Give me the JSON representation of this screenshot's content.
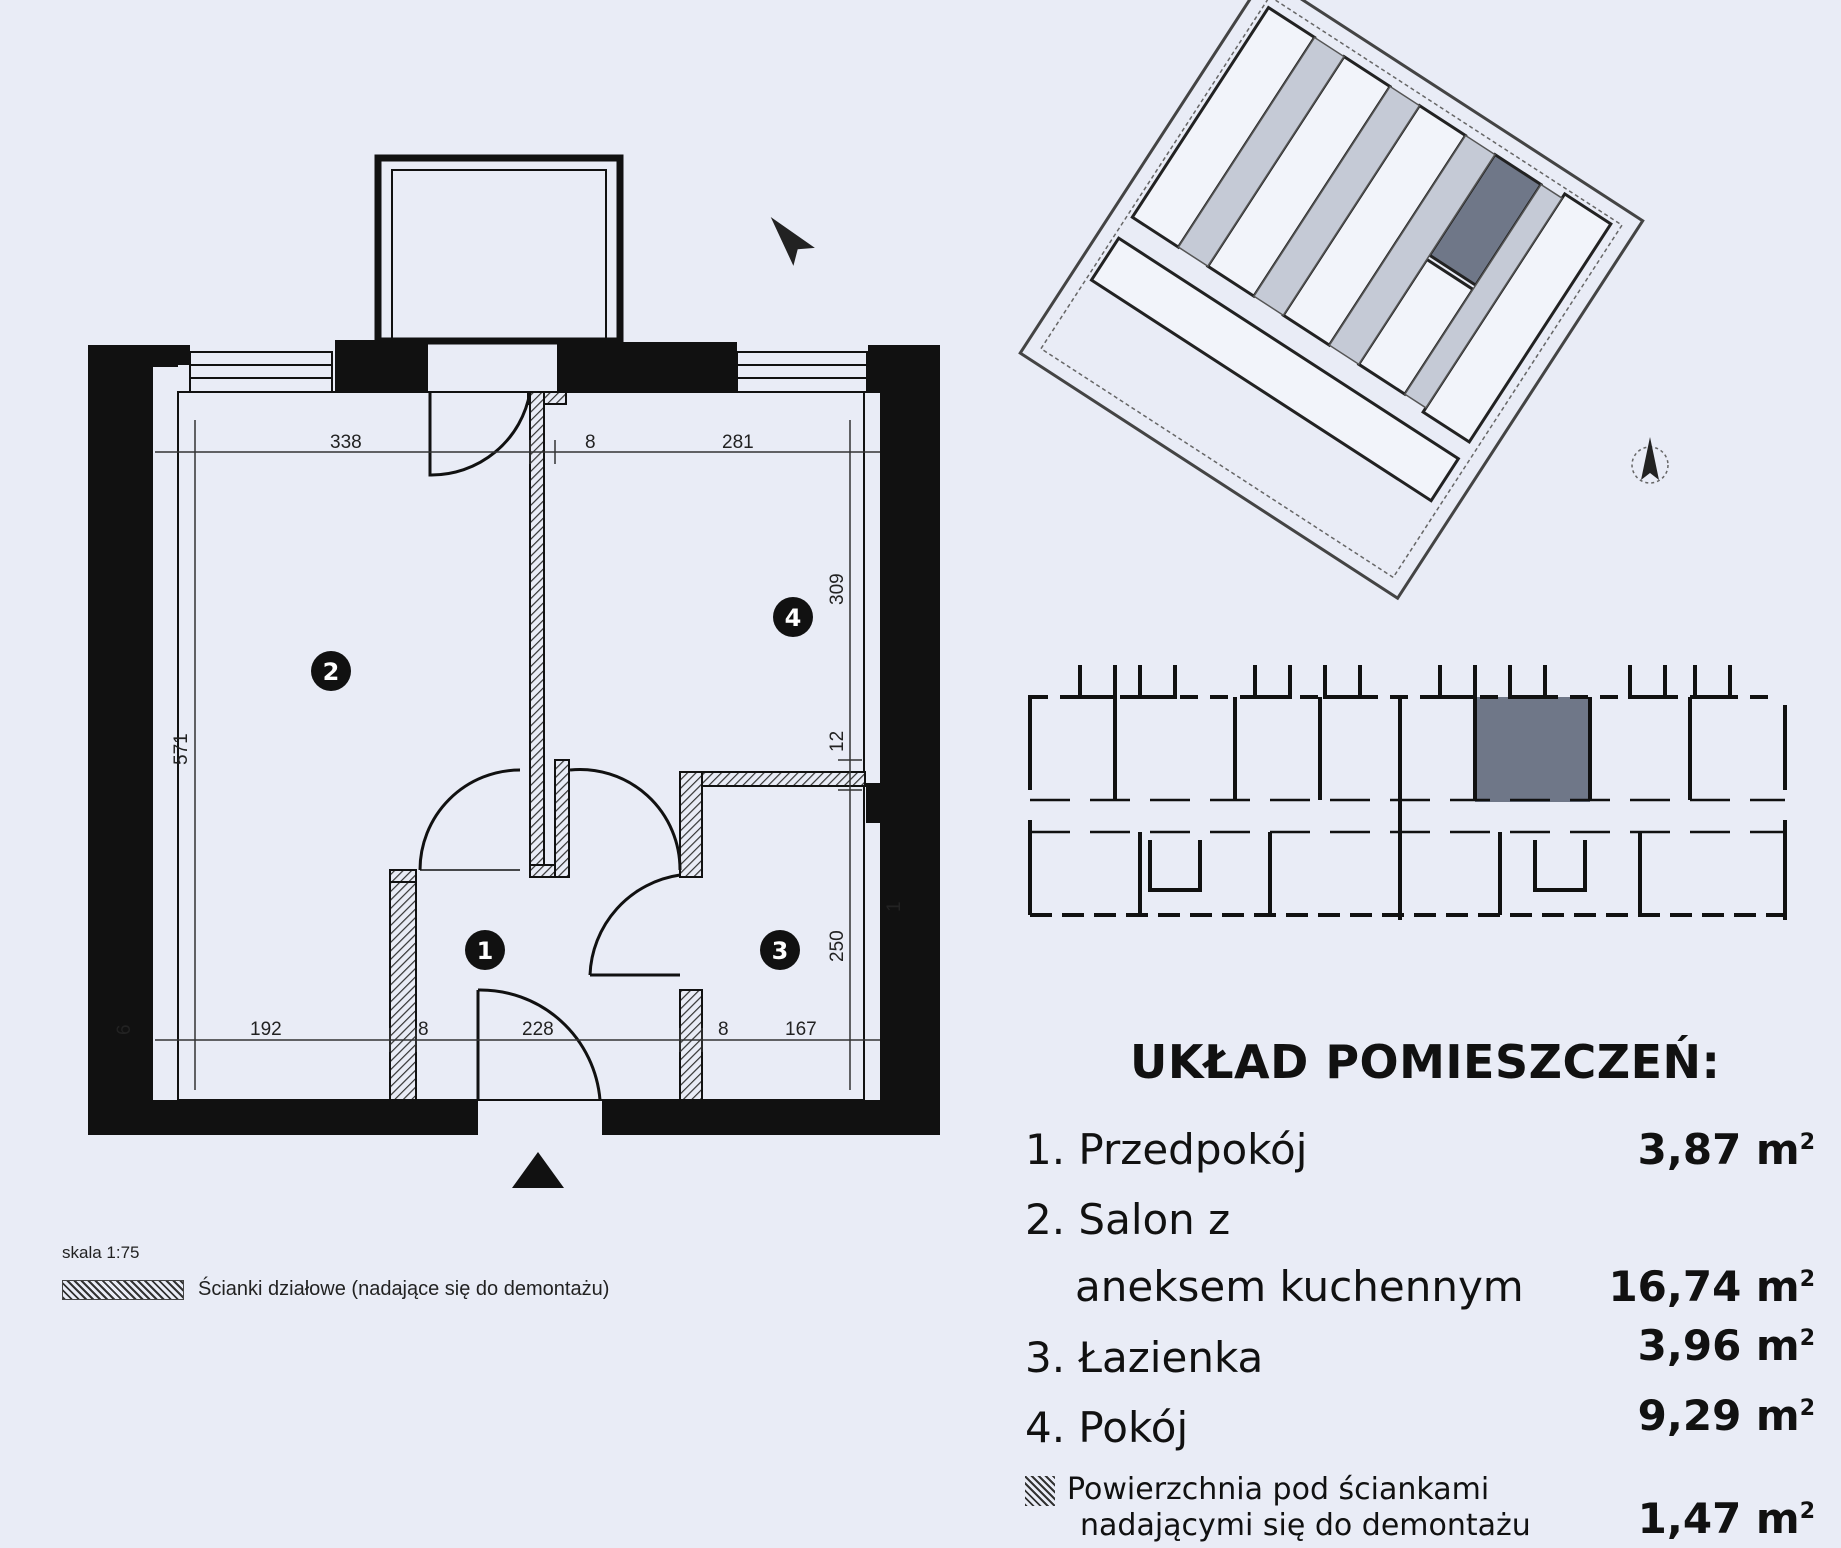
{
  "floor_plan": {
    "rooms": [
      {
        "number": "1"
      },
      {
        "number": "2"
      },
      {
        "number": "3"
      },
      {
        "number": "4"
      }
    ],
    "dimensions": {
      "top_left_width": "338",
      "top_wall": "8",
      "top_right_width": "281",
      "left_height": "571",
      "right_upper_height": "309",
      "right_gap": "12",
      "right_lower_height": "250",
      "bottom_left": "192",
      "bottom_wall_a": "8",
      "bottom_middle": "228",
      "bottom_wall_b": "8",
      "bottom_right": "167",
      "left_small": "6",
      "right_small": "1"
    }
  },
  "legend": {
    "scale": "skala 1:75",
    "hatch_label": "Ścianki działowe (nadające się do demontażu)"
  },
  "rooms_list": {
    "title": "UKŁAD POMIESZCZEŃ:",
    "items": [
      {
        "name": "1. Przedpokój",
        "area": "3,87 m"
      },
      {
        "name": "2. Salon z",
        "area": ""
      },
      {
        "name": "aneksem kuchennym",
        "area": "16,74 m"
      },
      {
        "name": "3. Łazienka",
        "area": "3,96 m"
      },
      {
        "name": "4. Pokój",
        "area": "9,29 m"
      }
    ],
    "removable": {
      "line1": "Powierzchnia pod ściankami",
      "line2": "nadającymi się do demontażu",
      "area": "1,47 m"
    },
    "unit_sup": "2"
  },
  "colors": {
    "wall": "#111111",
    "background": "#e9ecf6",
    "highlight": "#6f7788"
  }
}
